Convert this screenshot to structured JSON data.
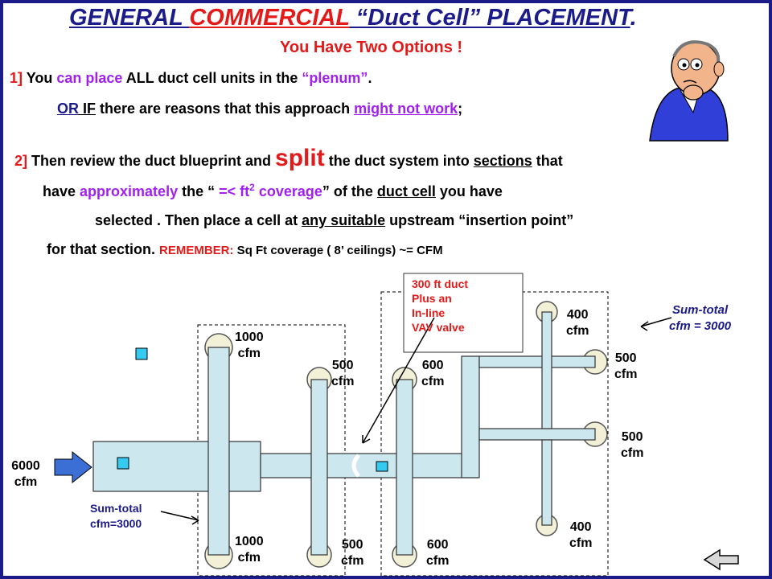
{
  "title": {
    "part1": "GENERAL ",
    "part2": "COMMERCIAL",
    "part3": " “Duct Cell” PLACEMENT",
    "period": "."
  },
  "subtitle": "You Have Two Options !",
  "option1": {
    "num": "1]",
    "t1": " You ",
    "t2": "can place",
    "t3": " ALL duct cell units in the ",
    "t4": "“plenum”",
    "t5": "."
  },
  "or_line": {
    "or": "OR",
    "if": "  IF",
    "t1": " there are reasons that this approach ",
    "t2": "might not work",
    "t3": ";"
  },
  "option2": {
    "num": "2]",
    "t1": " Then review the duct blueprint and ",
    "split": "split",
    "t2": " the duct system into ",
    "sections": "sections",
    "t3": " that"
  },
  "line4": {
    "t1": "have ",
    "approx": "approximately",
    "t2": "  the “ ",
    "eq": "=<",
    "t3": " ft",
    "sup": "2",
    "t4": " coverage",
    "t5": "” of the ",
    "ductcell": "duct cell",
    "t6": " you have"
  },
  "line5": {
    "t1": "selected .  Then place a cell at ",
    "suitable": "any suitable",
    "t2": " upstream “insertion point”"
  },
  "line6": {
    "t1": "for that section.  ",
    "remember": "REMEMBER:",
    "t2": "  Sq Ft coverage ( 8’ ceilings) ~= CFM"
  },
  "diagram": {
    "inlet": "6000\ncfm",
    "branches": {
      "b1_top": "1000\ncfm",
      "b1_bot": "1000\ncfm",
      "b2_top": "500\ncfm",
      "b2_bot": "500\ncfm",
      "b3_top": "600\ncfm",
      "b3_bot": "600\ncfm",
      "r1": "400\ncfm",
      "r2": "500\ncfm",
      "r3": "500\ncfm",
      "r4": "400\ncfm"
    },
    "note_box": "300 ft duct\nPlus an\nIn-line\nVAV valve",
    "sum_right": "Sum-total\ncfm = 3000",
    "sum_left": "Sum-total\ncfm=3000"
  },
  "colors": {
    "navy": "#1c1b8a",
    "red": "#e31a1a",
    "purple": "#a020f0",
    "duct": "#cde7ee",
    "cell": "#33ccf0",
    "diffuser": "#f2f0d6",
    "arrow": "#3b6fd6"
  },
  "icons": [
    "thinking-man-icon",
    "back-arrow-icon"
  ]
}
